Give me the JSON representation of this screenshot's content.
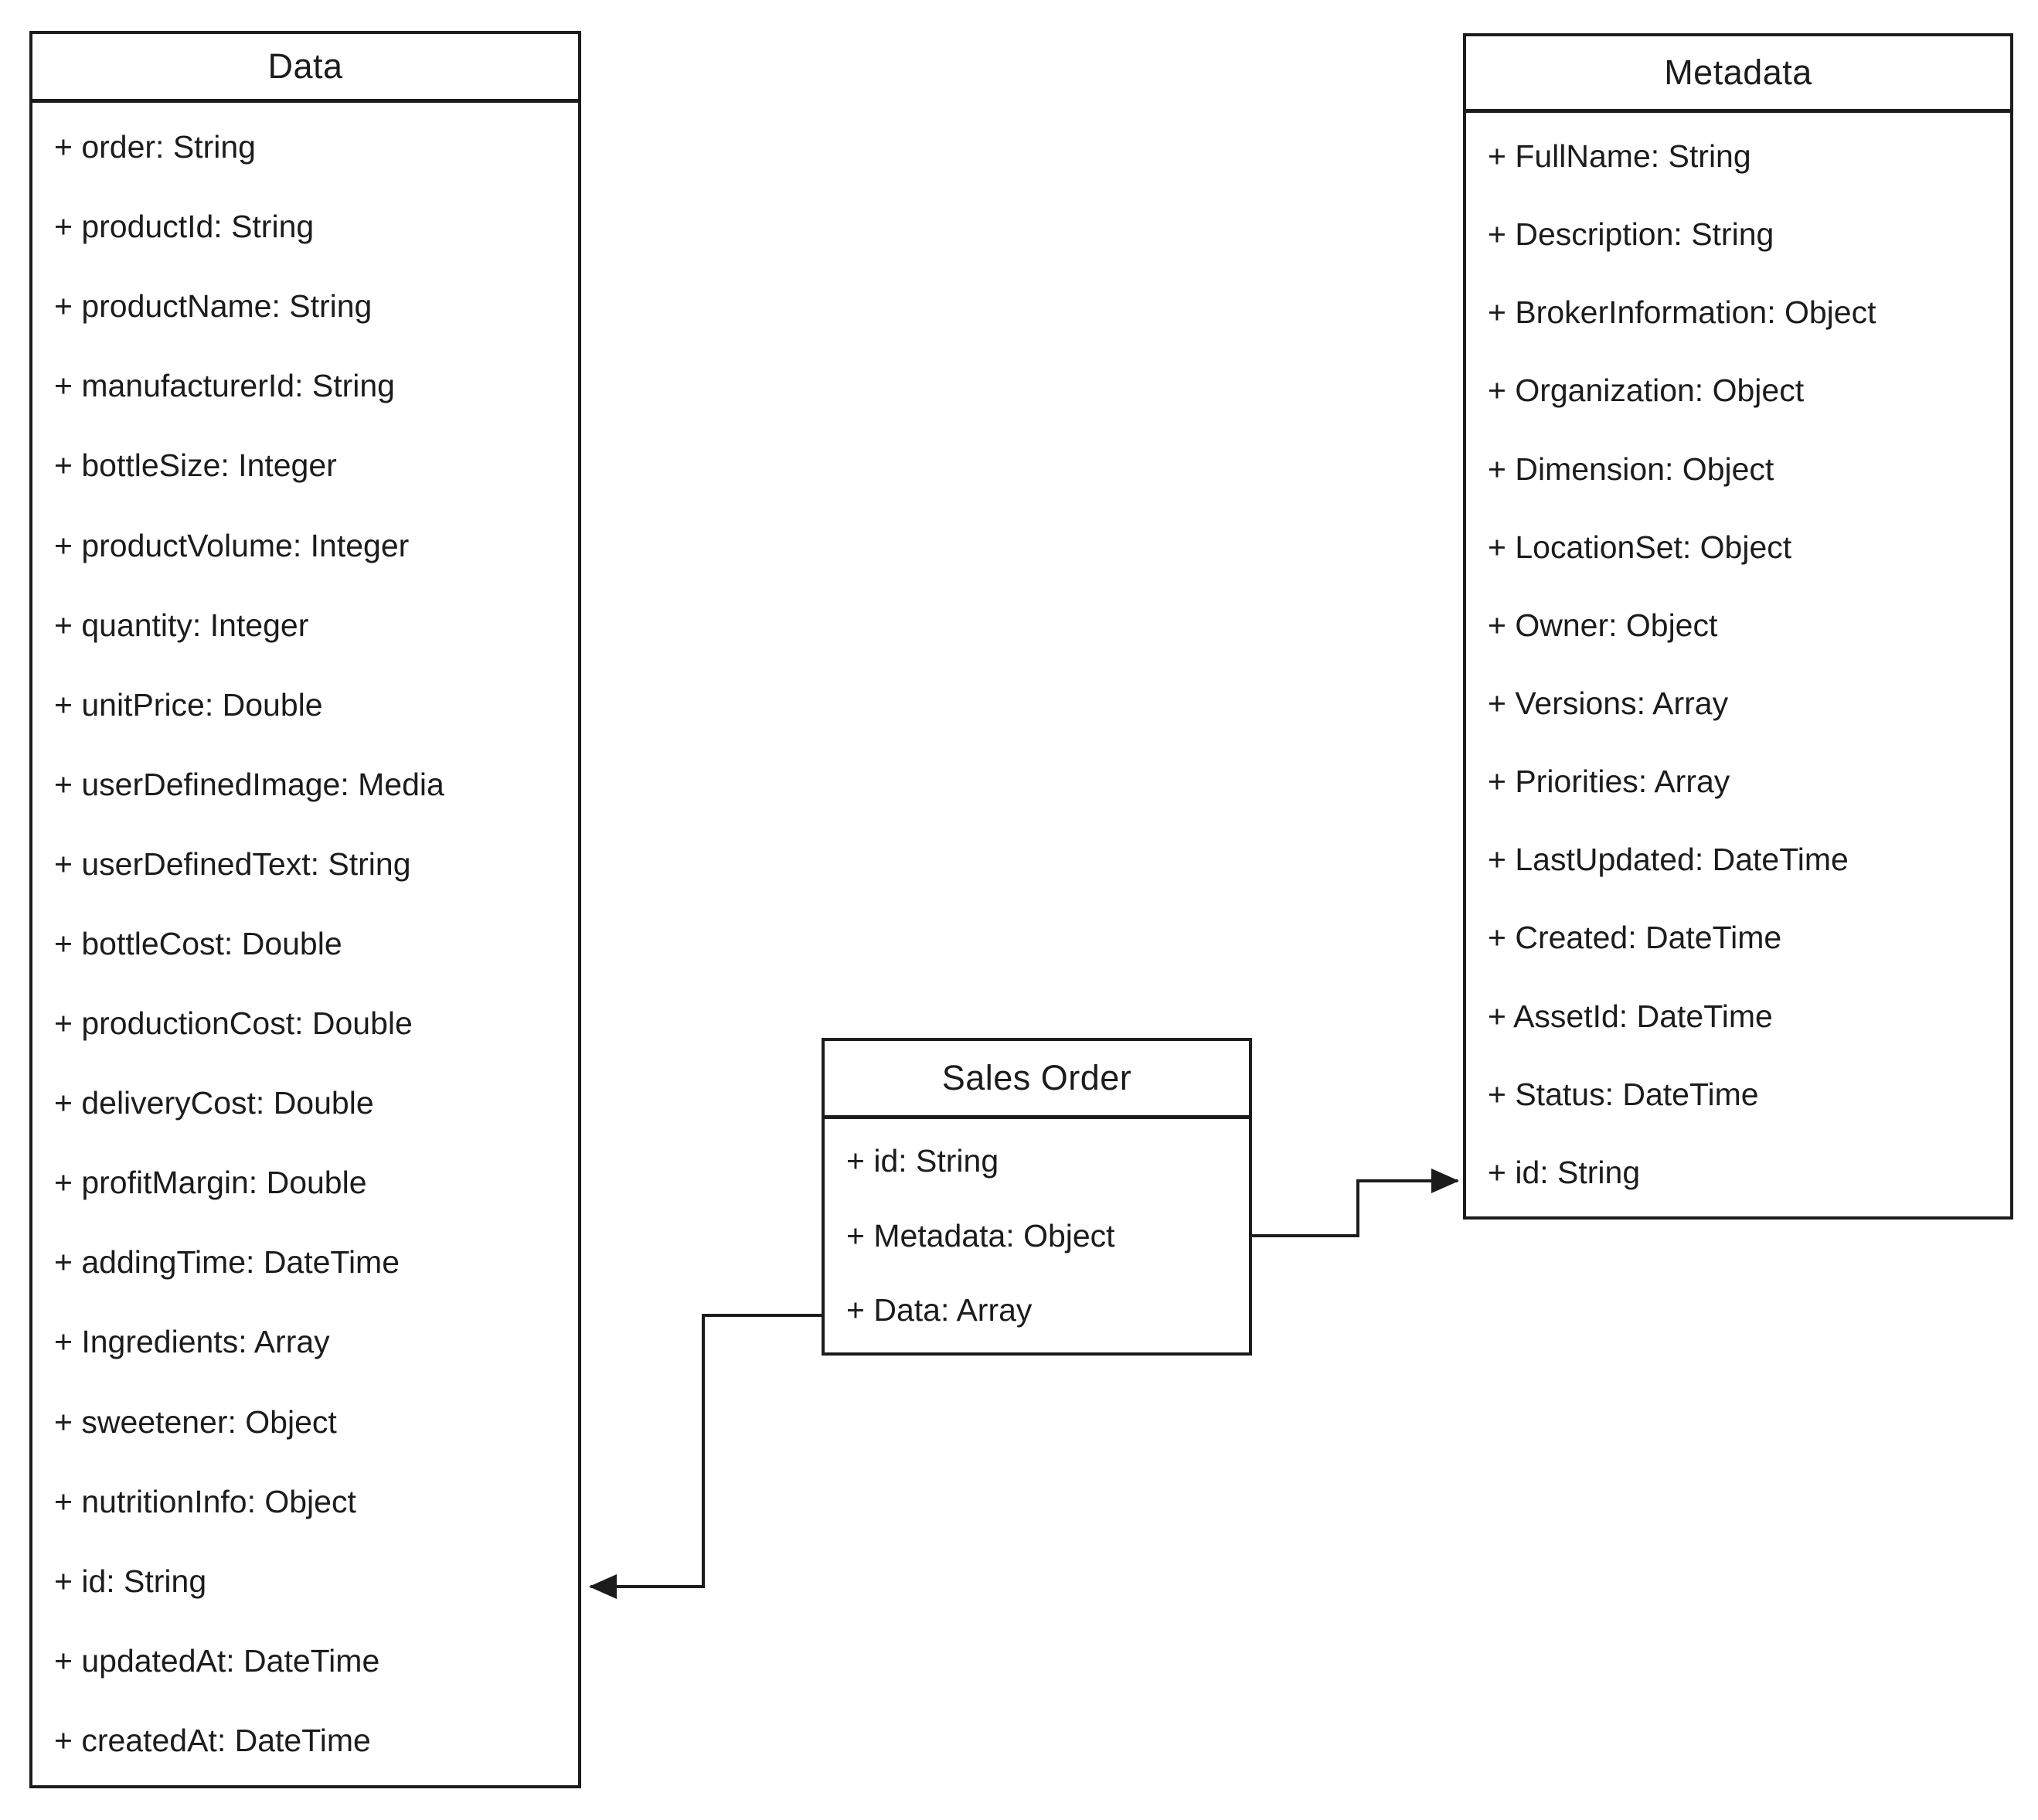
{
  "diagram": {
    "classes": {
      "data": {
        "title": "Data",
        "attributes": [
          "+ order: String",
          "+ productId: String",
          "+ productName: String",
          "+ manufacturerId: String",
          "+ bottleSize: Integer",
          "+ productVolume: Integer",
          "+ quantity: Integer",
          "+ unitPrice: Double",
          "+ userDefinedImage: Media",
          "+ userDefinedText: String",
          "+ bottleCost: Double",
          "+ productionCost: Double",
          "+ deliveryCost: Double",
          "+ profitMargin: Double",
          "+ addingTime: DateTime",
          "+ Ingredients: Array",
          "+ sweetener: Object",
          "+ nutritionInfo: Object",
          "+ id: String",
          "+ updatedAt: DateTime",
          "+ createdAt: DateTime"
        ]
      },
      "sales_order": {
        "title": "Sales Order",
        "attributes": [
          "+ id: String",
          "+ Metadata: Object",
          "+ Data: Array"
        ]
      },
      "metadata": {
        "title": "Metadata",
        "attributes": [
          "+ FullName: String",
          "+ Description: String",
          "+ BrokerInformation: Object",
          "+ Organization: Object",
          "+ Dimension: Object",
          "+ LocationSet: Object",
          "+ Owner: Object",
          "+ Versions: Array",
          "+ Priorities: Array",
          "+ LastUpdated: DateTime",
          "+ Created: DateTime",
          "+ AssetId: DateTime",
          "+ Status: DateTime",
          "+ id: String"
        ]
      }
    },
    "connectors": [
      {
        "from": "Sales Order",
        "to": "Metadata"
      },
      {
        "from": "Sales Order",
        "to": "Data"
      }
    ],
    "colors": {
      "line": "#1c1c1c",
      "text": "#1c1c1c",
      "background": "#ffffff"
    }
  }
}
